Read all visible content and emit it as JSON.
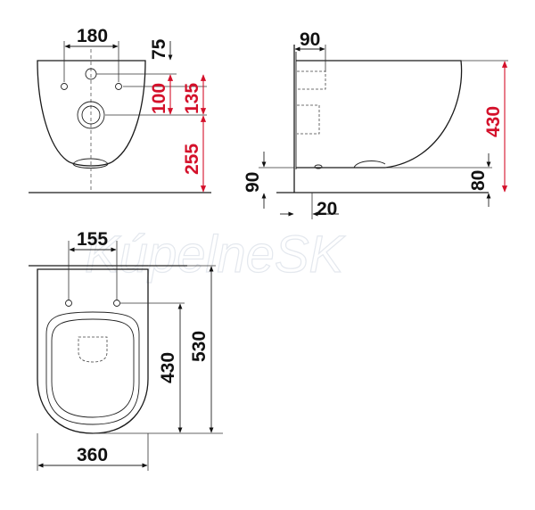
{
  "watermark": "KúpelneSK",
  "front_view": {
    "dims": [
      "180",
      "75",
      "100",
      "135",
      "255"
    ]
  },
  "side_view": {
    "dims": [
      "90",
      "430",
      "90",
      "80",
      "20"
    ]
  },
  "top_view": {
    "dims": [
      "155",
      "430",
      "530",
      "360"
    ]
  },
  "colors": {
    "red_dimension": "#d4102a",
    "black_dimension": "#111111",
    "watermark": "#e4e8ee"
  }
}
